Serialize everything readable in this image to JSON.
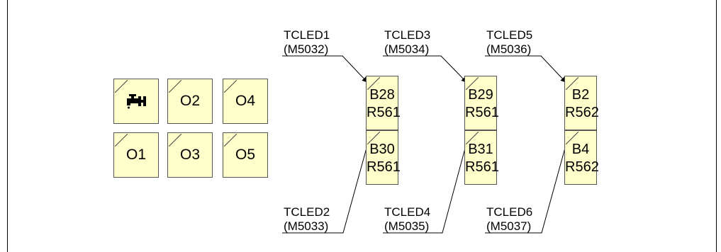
{
  "keys": [
    {
      "id": "tap",
      "label": "",
      "icon": "faucet-icon"
    },
    {
      "id": "o2",
      "label": "O2"
    },
    {
      "id": "o4",
      "label": "O4"
    },
    {
      "id": "o1",
      "label": "O1"
    },
    {
      "id": "o3",
      "label": "O3"
    },
    {
      "id": "o5",
      "label": "O5"
    }
  ],
  "leds": [
    {
      "line1": "B28",
      "line2": "R561"
    },
    {
      "line1": "B29",
      "line2": "R561"
    },
    {
      "line1": "B2",
      "line2": "R562"
    },
    {
      "line1": "B30",
      "line2": "R561"
    },
    {
      "line1": "B31",
      "line2": "R561"
    },
    {
      "line1": "B4",
      "line2": "R562"
    }
  ],
  "callouts": [
    {
      "name": "TCLED1",
      "address": "(M5032)"
    },
    {
      "name": "TCLED3",
      "address": "(M5034)"
    },
    {
      "name": "TCLED5",
      "address": "(M5036)"
    },
    {
      "name": "TCLED2",
      "address": "(M5033)"
    },
    {
      "name": "TCLED4",
      "address": "(M5035)"
    },
    {
      "name": "TCLED6",
      "address": "(M5037)"
    }
  ],
  "colors": {
    "key_fill": "#ffffcc",
    "border": "#555555",
    "line": "#000000"
  }
}
